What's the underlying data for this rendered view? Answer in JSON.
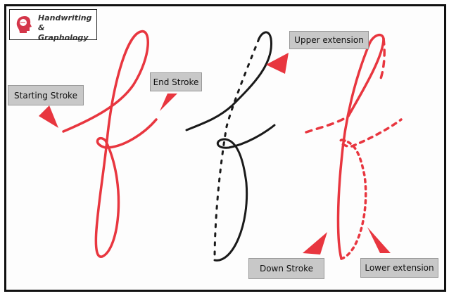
{
  "logo": {
    "line1": "Handwriting",
    "line2": "& Graphology"
  },
  "labels": {
    "starting_stroke": "Starting Stroke",
    "end_stroke": "End Stroke",
    "upper_extension": "Upper extension",
    "down_stroke": "Down Stroke",
    "lower_extension": "Lower extension"
  },
  "colors": {
    "red": "#e8363f",
    "black": "#1a1a1a",
    "label_bg": "#c8c8c8"
  }
}
